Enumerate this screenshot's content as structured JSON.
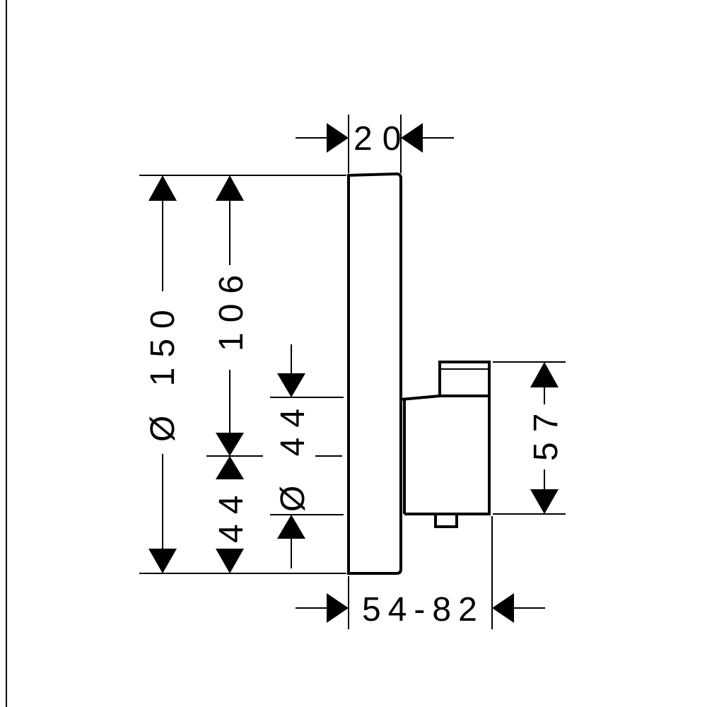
{
  "dimensions": {
    "top_width": "20",
    "overall_diameter": "Ø 150",
    "height_to_center": "106",
    "center_to_bottom": "44",
    "small_diameter": "Ø 44",
    "projection_height": "57",
    "projection_depth": "54-82"
  },
  "colors": {
    "line": "#000000",
    "background": "#ffffff"
  }
}
